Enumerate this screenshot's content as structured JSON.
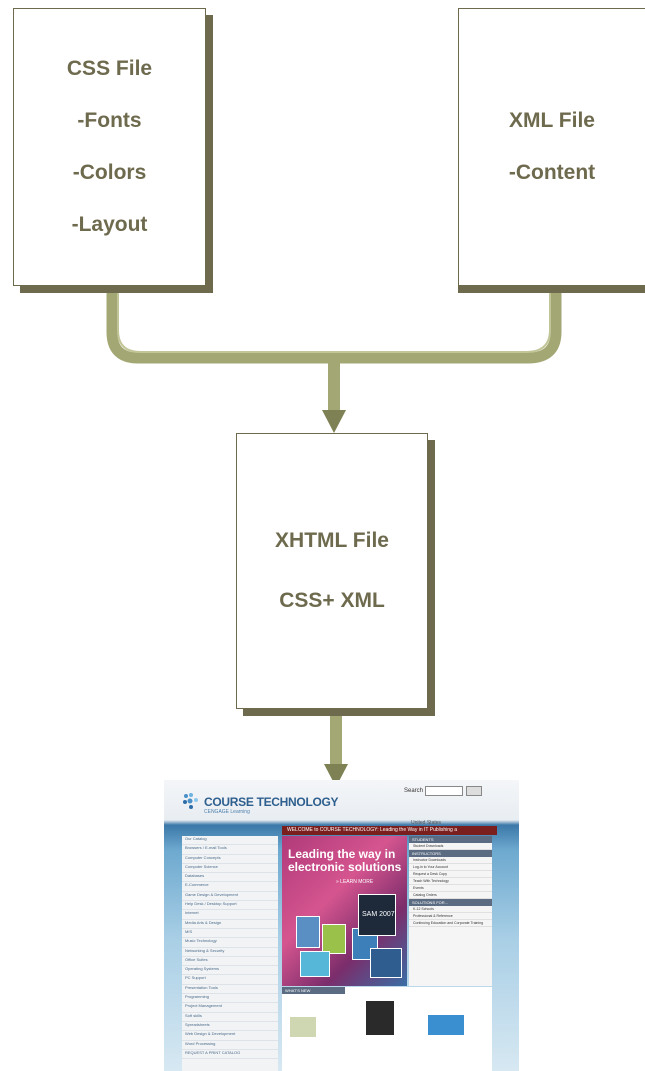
{
  "boxes": {
    "css": {
      "title": "CSS File",
      "lines": [
        "-Fonts",
        "-Colors",
        "-Layout"
      ]
    },
    "xml": {
      "title": "XML File",
      "lines": [
        "-Content"
      ]
    },
    "xhtml": {
      "title": "XHTML  File",
      "lines": [
        "CSS+ XML"
      ]
    }
  },
  "colors": {
    "box_text": "#6e6a4e",
    "box_shadow": "#6e6a4e",
    "connector": "#a3a774",
    "connector_dark": "#7d8153"
  },
  "thumbnail": {
    "brand": "COURSE TECHNOLOGY",
    "brand_sub": "CENGAGE Learning",
    "search_label": "Search",
    "region": "United States",
    "banner": "WELCOME to COURSE TECHNOLOGY: Leading the Way in IT Publishing a",
    "hero_title_1": "Leading the way in",
    "hero_title_2": "electronic solutions",
    "hero_more": "» LEARN MORE",
    "sam_label": "SAM 2007",
    "right_sections": [
      {
        "header": "STUDENTS",
        "rows": [
          "Student Downloads"
        ]
      },
      {
        "header": "INSTRUCTORS",
        "rows": [
          "Instructor Downloads",
          "Log-in to Your Account",
          "Request a Desk Copy",
          "Teach With Technology",
          "Events",
          "Catalog Orders"
        ]
      },
      {
        "header": "SOLUTIONS FOR...",
        "rows": [
          "K-12 Schools",
          "Professional & Reference",
          "Continuing Education and Corporate Training"
        ]
      }
    ],
    "sidebar_items": [
      "Our Catalog",
      "Browsers / E-mail Tools",
      "Computer Concepts",
      "Computer Science",
      "Databases",
      "E-Commerce",
      "Game Design & Development",
      "Help Desk / Desktop Support",
      "Internet",
      "Media Arts & Design",
      "MIS",
      "Music Technology",
      "Networking & Security",
      "Office Suites",
      "Operating Systems",
      "PC Support",
      "Presentation Tools",
      "Programming",
      "Project Management",
      "Soft skills",
      "Spreadsheets",
      "Web Design & Development",
      "Word Processing",
      "REQUEST A PRINT CATALOG"
    ],
    "whats_new": "WHAT'S NEW"
  }
}
